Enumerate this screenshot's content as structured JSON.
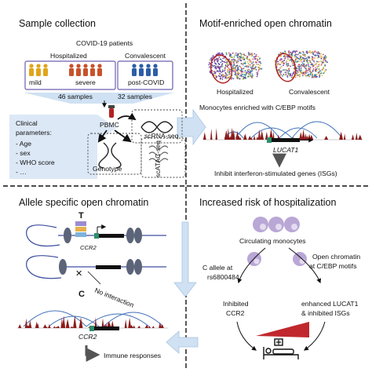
{
  "panels": {
    "sample_collection": {
      "title": "Sample collection",
      "cohort_label": "COVID-19 patients",
      "group_hospitalized": "Hospitalized",
      "group_convalescent": "Convalescent",
      "sub_mild": "mild",
      "sub_severe": "severe",
      "sub_post": "post-COVID",
      "count_hospitalized": "46 samples",
      "count_convalescent": "32 samples",
      "clinical_title_line1": "Clinical",
      "clinical_title_line2": "parameters:",
      "clinical_items": [
        "- Age",
        "- sex",
        "- WHO score",
        "- …"
      ],
      "pbmc": "PBMC",
      "scrna": "scRNA-seq",
      "genotype": "Genotype",
      "scatac": "scATAC-seq"
    },
    "motif": {
      "title": "Motif-enriched open chromatin",
      "umap_left": "Hospitalized",
      "umap_right": "Convalescent",
      "monocytes_text": "Monocytes enriched with C/EBP motifs",
      "gene": "LUCAT1",
      "isg_text": "Inhibit interferon-stimulated genes (ISGs)"
    },
    "allele": {
      "title": "Allele specific open chromatin",
      "allele_t": "T",
      "allele_c": "C",
      "gene_top": "CCR2",
      "no_interaction": "No interaction",
      "gene_bottom": "CCR2",
      "immune": "Immune responses"
    },
    "risk": {
      "title": "Increased risk of hospitalization",
      "circulating": "Circulating monocytes",
      "left_line1": "C allele at",
      "left_line2": "rs6800484",
      "right_line1": "Open chromatin",
      "right_line2": "at C/EBP motifs",
      "inhib_line1": "Inhibited",
      "inhib_line2": "CCR2",
      "enh_line1": "enhanced LUCAT1",
      "enh_line2": "& inhibited ISGs"
    }
  },
  "colors": {
    "mild": "#e0a51c",
    "severe": "#c8522a",
    "post": "#2c5ea8",
    "group_border": "#6c5fb0",
    "clinical_bg": "#dce8f6",
    "peak": "#8b1a1a",
    "arc": "#3d6fb6",
    "nucleosome": "#5b6479",
    "monocyte": "#b9a7d6",
    "risk_wedge": "#c0282d"
  }
}
